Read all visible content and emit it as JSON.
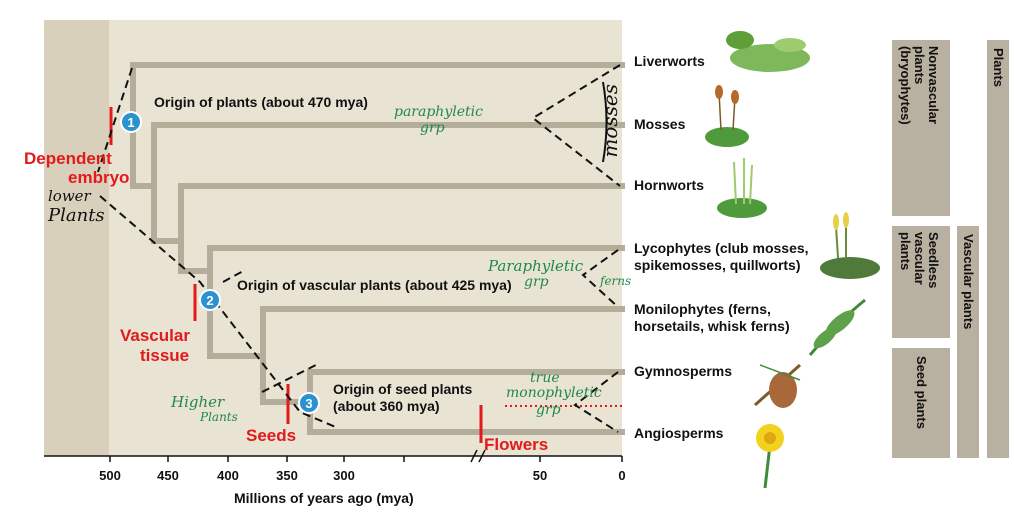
{
  "taxa": [
    "Liverworts",
    "Mosses",
    "Hornworts",
    "Lycophytes (club mosses,",
    "spikemosses, quillworts)",
    "Monilophytes (ferns,",
    "horsetails, whisk ferns)",
    "Gymnosperms",
    "Angiosperms"
  ],
  "origins": {
    "plants": "Origin of plants (about 470 mya)",
    "vascular": "Origin of vascular plants (about 425 mya)",
    "seed_line1": "Origin of seed plants",
    "seed_line2": "(about 360 mya)"
  },
  "markers": [
    "1",
    "2",
    "3"
  ],
  "red_labels": {
    "dependent": "Dependent",
    "embryo": "embryo",
    "vascular": "Vascular",
    "tissue": "tissue",
    "seeds": "Seeds",
    "flowers": "Flowers"
  },
  "handwritten": {
    "lower1": "lower",
    "lower2": "Plants",
    "paraphyletic1": "paraphyletic",
    "paraphyletic1b": "grp",
    "mosses": "mosses",
    "paraphyletic2": "Paraphyletic",
    "paraphyletic2b": "grp",
    "ferns": "ferns",
    "true1": "true",
    "true2": "monophyletic",
    "true3": "grp",
    "higher1": "Higher",
    "higher2": "Plants"
  },
  "axis": {
    "ticks": [
      "500",
      "450",
      "400",
      "350",
      "300",
      "50",
      "0"
    ],
    "title": "Millions of years ago (mya)"
  },
  "groups": {
    "nonvascular": "Nonvascular\nplants\n(bryophytes)",
    "seedless": "Seedless\nvascular\nplants",
    "seed_plants": "Seed plants",
    "vascular_plants": "Vascular plants",
    "plants": "Plants"
  },
  "colors": {
    "panel": "#e9e3d3",
    "panel_left": "#d9d0bb",
    "branch": "#b3ad9a",
    "marker": "#2a93cf",
    "red": "#e11a1a",
    "green_hand": "#1f8a4a",
    "group_box": "#b8b0a0"
  }
}
